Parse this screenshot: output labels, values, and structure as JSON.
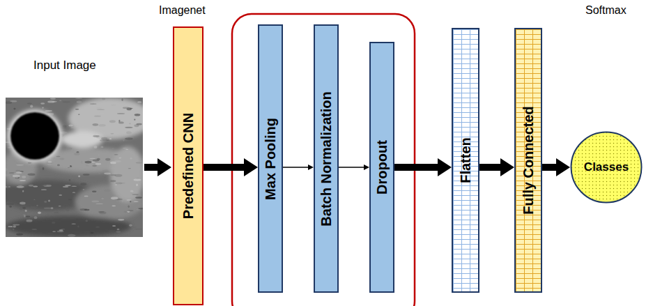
{
  "diagram": {
    "nodes": [
      {
        "text": [
          "Predefined CNN"
        ]
      },
      {
        "text": [
          "Max Pooling"
        ]
      },
      {
        "text": [
          "Batch Normalization"
        ]
      },
      {
        "text": [
          "Dropout"
        ]
      },
      {
        "text": [
          "Flatten"
        ]
      },
      {
        "text": [
          "Fully Connected"
        ]
      },
      {
        "text": [
          "Classes"
        ]
      }
    ],
    "edges": [
      {
        "from": 0,
        "to": 1,
        "arrow": "to"
      },
      {
        "from": 1,
        "to": 2,
        "arrow": "to"
      },
      {
        "from": 2,
        "to": 3,
        "arrow": "to"
      },
      {
        "from": 3,
        "to": 4,
        "arrow": "to"
      },
      {
        "from": 4,
        "to": 5,
        "arrow": "to"
      },
      {
        "from": 5,
        "to": 6,
        "arrow": "to"
      }
    ],
    "labels": [
      "Input Image",
      "Imagenet",
      "Softmax"
    ]
  }
}
